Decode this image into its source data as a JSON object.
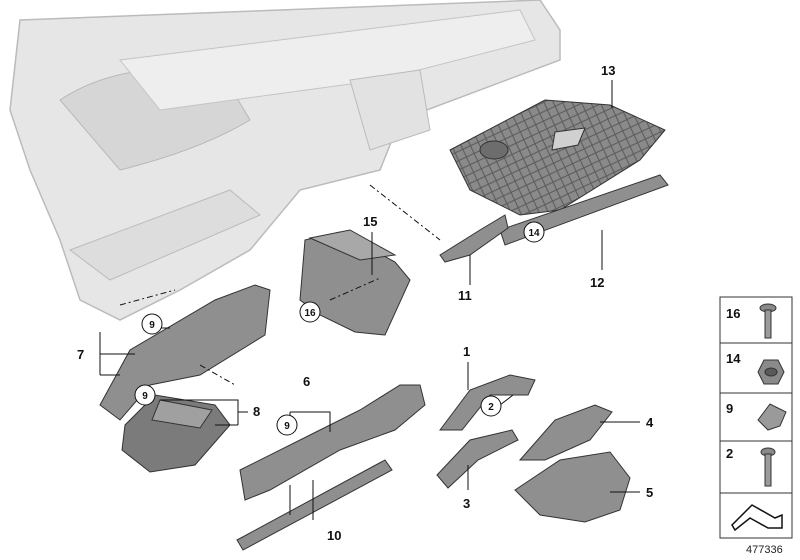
{
  "callouts": {
    "c1": "1",
    "c2": "2",
    "c3": "3",
    "c4": "4",
    "c5": "5",
    "c6": "6",
    "c7": "7",
    "c8": "8",
    "c9": "9",
    "c10": "10",
    "c11": "11",
    "c12": "12",
    "c13": "13",
    "c14": "14",
    "c15": "15",
    "c16": "16"
  },
  "legend": {
    "items": [
      "16",
      "14",
      "9",
      "2"
    ]
  },
  "drawing_id": "477336",
  "colors": {
    "part_fill": "#8f8f8f",
    "dash_fill": "#e6e6e6",
    "outline": "#333333"
  }
}
